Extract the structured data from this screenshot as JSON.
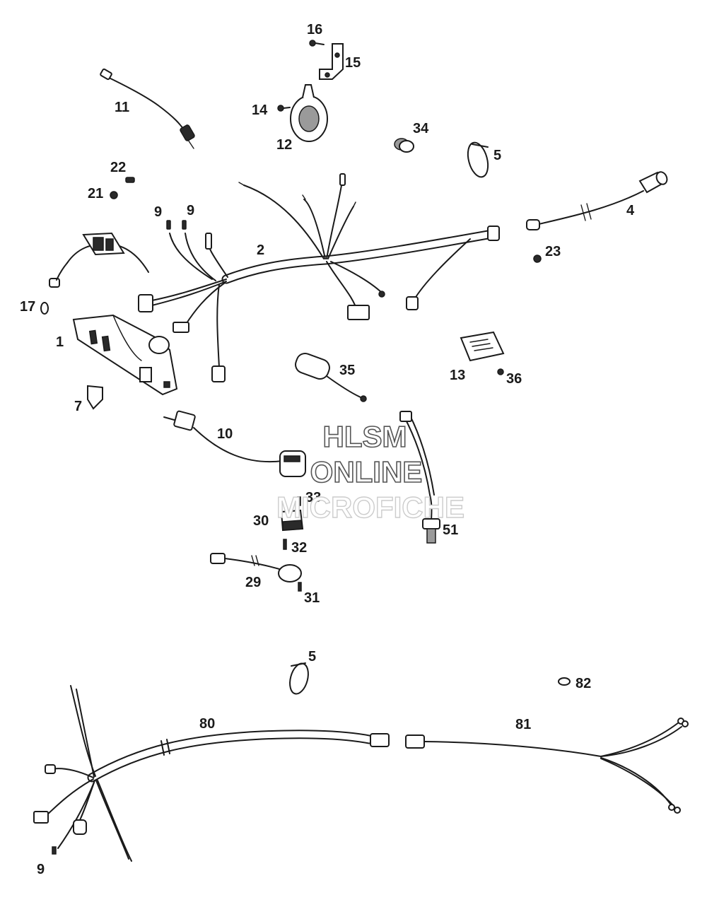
{
  "watermark": {
    "line1": "HLSM",
    "line2": "ONLINE",
    "line3": "MICROFICHE"
  },
  "callouts": {
    "c1": "1",
    "c2": "2",
    "c4": "4",
    "c5a": "5",
    "c5b": "5",
    "c7": "7",
    "c9a": "9",
    "c9b": "9",
    "c9c": "9",
    "c10": "10",
    "c11": "11",
    "c12": "12",
    "c13": "13",
    "c14": "14",
    "c15": "15",
    "c16": "16",
    "c17": "17",
    "c21": "21",
    "c22": "22",
    "c23": "23",
    "c29": "29",
    "c30": "30",
    "c31": "31",
    "c32": "32",
    "c33": "33",
    "c34": "34",
    "c35": "35",
    "c36": "36",
    "c51": "51",
    "c80": "80",
    "c81": "81",
    "c82": "82"
  }
}
